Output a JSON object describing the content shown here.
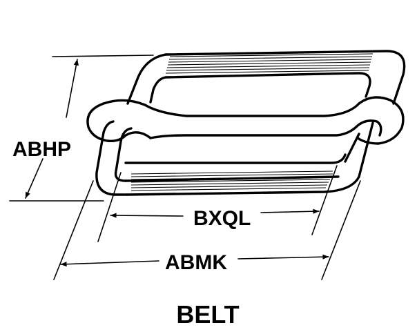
{
  "labels": {
    "abhp": "ABHP",
    "bxql": "BXQL",
    "abmk": "ABMK",
    "title": "BELT"
  }
}
